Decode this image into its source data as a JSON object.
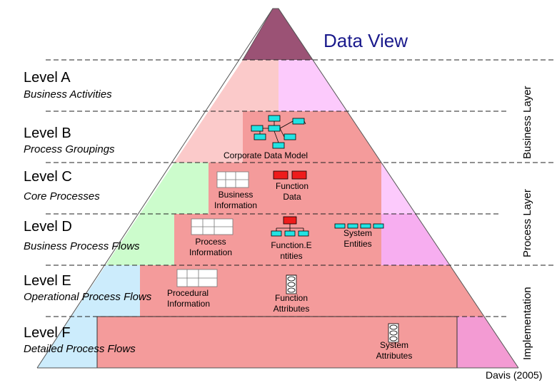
{
  "diagram": {
    "title": "Data View",
    "citation": "Davis (2005)",
    "levels": [
      {
        "name": "Level A",
        "desc": "Business Activities"
      },
      {
        "name": "Level B",
        "desc": "Process Groupings"
      },
      {
        "name": "Level C",
        "desc": "Core Processes"
      },
      {
        "name": "Level D",
        "desc": "Business Process Flows"
      },
      {
        "name": "Level E",
        "desc": "Operational Process Flows"
      },
      {
        "name": "Level F",
        "desc": "Detailed Process Flows"
      }
    ],
    "layers": {
      "business": "Business Layer",
      "process": "Process Layer",
      "implementation": "Implementation"
    },
    "items": {
      "corporate_data_model": "Corporate  Data Model",
      "business_information": "Business\nInformation",
      "function_data": "Function\nData",
      "process_information": "Process\nInformation",
      "function_entities": "Function.E\nntities",
      "system_entities": "System\nEntities",
      "procedural_information": "Procedural\nInformation",
      "function_attributes": "Function\nAttributes",
      "system_attributes": "System\nAttributes"
    },
    "colors": {
      "apex": "#9b5275",
      "band_pink": "#fbcaca",
      "band_red": "#f49b9b",
      "magenta_light": "#fccafc",
      "magenta_mid": "#f7aef0",
      "magenta_dark": "#f39bd3",
      "green": "#ccfccc",
      "blue": "#ccecfc",
      "entity_red": "#ee1c1c",
      "entity_cyan": "#22e3e3"
    }
  }
}
